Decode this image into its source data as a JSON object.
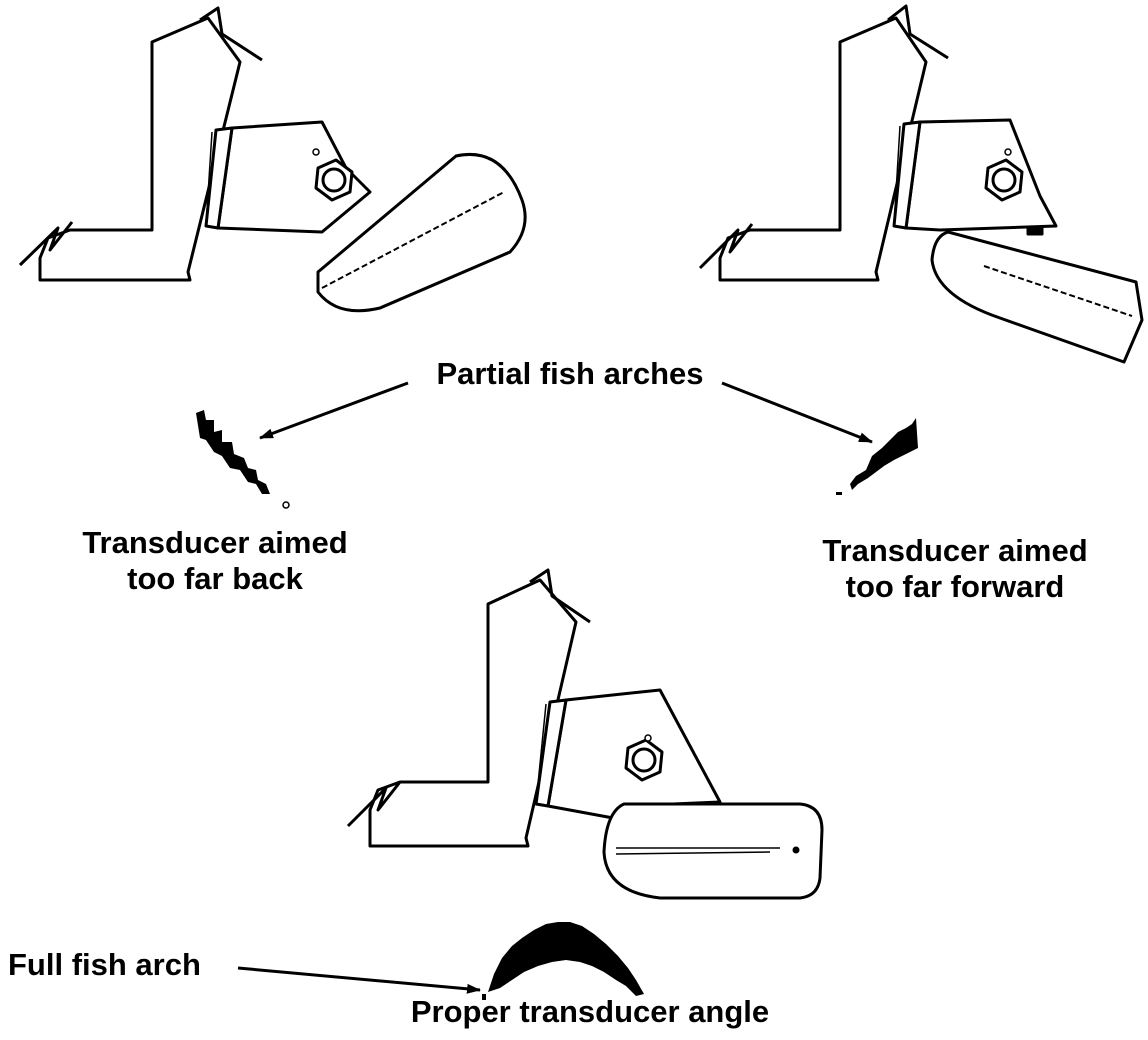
{
  "labels": {
    "partial_arches": "Partial fish arches",
    "aimed_back_line1": "Transducer aimed",
    "aimed_back_line2": "too far back",
    "aimed_forward_line1": "Transducer aimed",
    "aimed_forward_line2": "too far forward",
    "full_arch": "Full fish arch",
    "proper_angle": "Proper transducer angle"
  },
  "colors": {
    "ink": "#000000",
    "paper": "#ffffff"
  }
}
